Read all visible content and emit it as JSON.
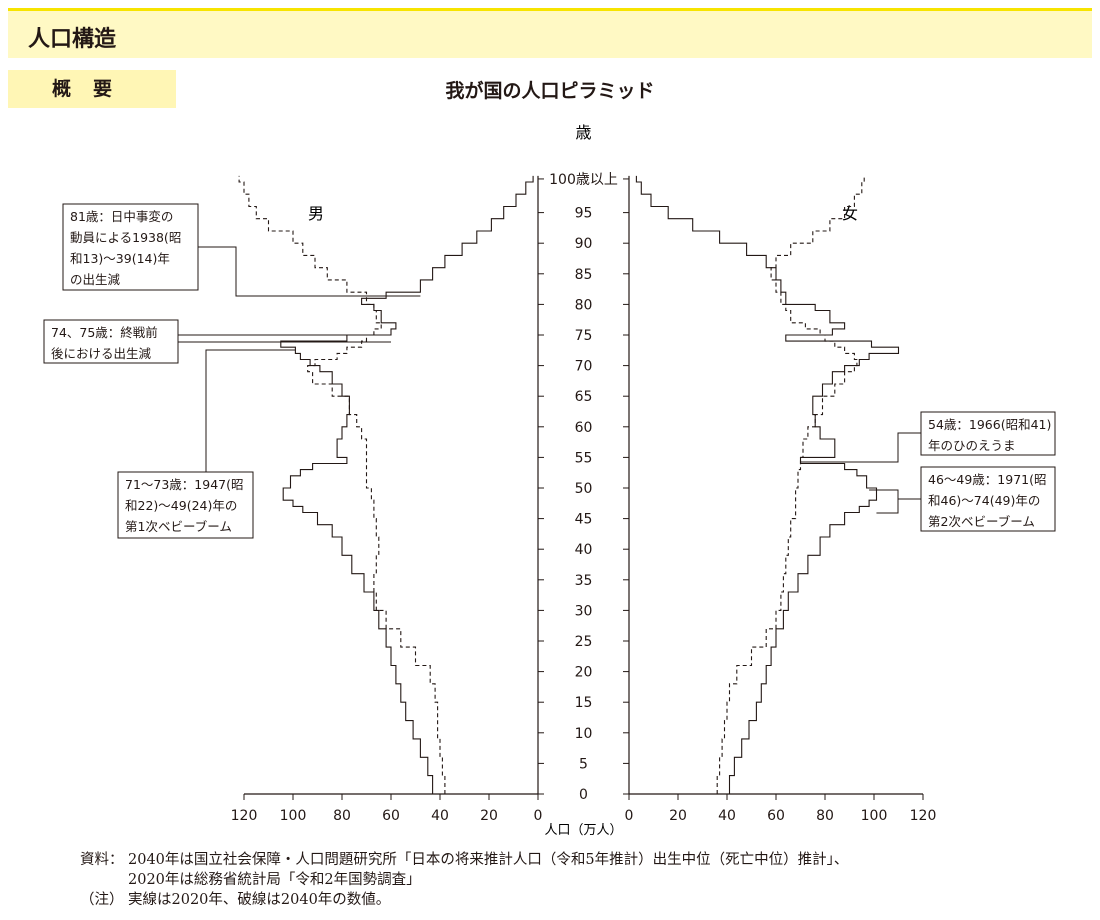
{
  "header": {
    "title": "人口構造"
  },
  "section": {
    "label": "概要"
  },
  "chart_data": {
    "type": "population_pyramid",
    "title": "我が国の人口ピラミッド",
    "y_axis_label": "歳",
    "top_label": "100歳以上",
    "x_axis_label": "人口（万人）",
    "age_ticks": [
      0,
      5,
      10,
      15,
      20,
      25,
      30,
      35,
      40,
      45,
      50,
      55,
      60,
      65,
      70,
      75,
      80,
      85,
      90,
      95
    ],
    "x_ticks_male": [
      120,
      100,
      80,
      60,
      40,
      20,
      0
    ],
    "x_ticks_female": [
      0,
      20,
      40,
      60,
      80,
      100,
      120
    ],
    "xlim": [
      0,
      120
    ],
    "side_labels": {
      "male": "男",
      "female": "女"
    },
    "series": [
      {
        "name": "2020年",
        "style": "solid",
        "male": [
          [
            0,
            43
          ],
          [
            3,
            45
          ],
          [
            6,
            48
          ],
          [
            9,
            51
          ],
          [
            12,
            54
          ],
          [
            15,
            56
          ],
          [
            18,
            58
          ],
          [
            21,
            60
          ],
          [
            24,
            62
          ],
          [
            27,
            65
          ],
          [
            30,
            67
          ],
          [
            33,
            71
          ],
          [
            36,
            76
          ],
          [
            39,
            80
          ],
          [
            42,
            84
          ],
          [
            44,
            90
          ],
          [
            46,
            96
          ],
          [
            47,
            100
          ],
          [
            48,
            104
          ],
          [
            50,
            101
          ],
          [
            52,
            97
          ],
          [
            53,
            92
          ],
          [
            54,
            78
          ],
          [
            55,
            82
          ],
          [
            58,
            80
          ],
          [
            60,
            78
          ],
          [
            62,
            77
          ],
          [
            65,
            80
          ],
          [
            67,
            84
          ],
          [
            69,
            89
          ],
          [
            70,
            93
          ],
          [
            71,
            97
          ],
          [
            72,
            99
          ],
          [
            73,
            105
          ],
          [
            74,
            78
          ],
          [
            75,
            60
          ],
          [
            76,
            58
          ],
          [
            77,
            64
          ],
          [
            79,
            67
          ],
          [
            80,
            72
          ],
          [
            81,
            62
          ],
          [
            82,
            48
          ],
          [
            84,
            43
          ],
          [
            86,
            38
          ],
          [
            88,
            31
          ],
          [
            90,
            25
          ],
          [
            92,
            19
          ],
          [
            94,
            14
          ],
          [
            96,
            9
          ],
          [
            98,
            5
          ],
          [
            100,
            2
          ]
        ],
        "female": [
          [
            0,
            41
          ],
          [
            3,
            43
          ],
          [
            6,
            46
          ],
          [
            9,
            49
          ],
          [
            12,
            52
          ],
          [
            15,
            54
          ],
          [
            18,
            56
          ],
          [
            21,
            58
          ],
          [
            24,
            60
          ],
          [
            27,
            63
          ],
          [
            30,
            65
          ],
          [
            33,
            69
          ],
          [
            36,
            73
          ],
          [
            39,
            78
          ],
          [
            42,
            82
          ],
          [
            44,
            88
          ],
          [
            46,
            94
          ],
          [
            47,
            98
          ],
          [
            48,
            101
          ],
          [
            50,
            97
          ],
          [
            52,
            93
          ],
          [
            53,
            88
          ],
          [
            54,
            70
          ],
          [
            55,
            84
          ],
          [
            58,
            78
          ],
          [
            60,
            76
          ],
          [
            62,
            75
          ],
          [
            65,
            79
          ],
          [
            67,
            83
          ],
          [
            69,
            88
          ],
          [
            70,
            94
          ],
          [
            71,
            98
          ],
          [
            72,
            110
          ],
          [
            73,
            99
          ],
          [
            74,
            64
          ],
          [
            75,
            83
          ],
          [
            76,
            88
          ],
          [
            77,
            82
          ],
          [
            79,
            76
          ],
          [
            80,
            64
          ],
          [
            82,
            62
          ],
          [
            84,
            60
          ],
          [
            86,
            56
          ],
          [
            88,
            48
          ],
          [
            90,
            37
          ],
          [
            92,
            26
          ],
          [
            94,
            16
          ],
          [
            96,
            9
          ],
          [
            98,
            5
          ],
          [
            100,
            3
          ]
        ]
      },
      {
        "name": "2040年",
        "style": "dashed",
        "male": [
          [
            0,
            38
          ],
          [
            3,
            39
          ],
          [
            6,
            40
          ],
          [
            9,
            41
          ],
          [
            12,
            41
          ],
          [
            15,
            42
          ],
          [
            18,
            44
          ],
          [
            21,
            50
          ],
          [
            24,
            56
          ],
          [
            27,
            62
          ],
          [
            30,
            66
          ],
          [
            33,
            67
          ],
          [
            36,
            66
          ],
          [
            39,
            65
          ],
          [
            42,
            66
          ],
          [
            45,
            67
          ],
          [
            48,
            68
          ],
          [
            50,
            70
          ],
          [
            53,
            70
          ],
          [
            55,
            70
          ],
          [
            58,
            72
          ],
          [
            60,
            74
          ],
          [
            62,
            77
          ],
          [
            65,
            84
          ],
          [
            67,
            92
          ],
          [
            69,
            94
          ],
          [
            70,
            91
          ],
          [
            71,
            82
          ],
          [
            72,
            78
          ],
          [
            73,
            72
          ],
          [
            74,
            70
          ],
          [
            75,
            67
          ],
          [
            76,
            64
          ],
          [
            77,
            66
          ],
          [
            79,
            67
          ],
          [
            80,
            70
          ],
          [
            82,
            78
          ],
          [
            84,
            86
          ],
          [
            86,
            91
          ],
          [
            88,
            96
          ],
          [
            90,
            100
          ],
          [
            92,
            110
          ],
          [
            94,
            115
          ],
          [
            96,
            118
          ],
          [
            98,
            120
          ],
          [
            100,
            122
          ]
        ],
        "female": [
          [
            0,
            36
          ],
          [
            3,
            37
          ],
          [
            6,
            38
          ],
          [
            9,
            39
          ],
          [
            12,
            40
          ],
          [
            15,
            41
          ],
          [
            18,
            44
          ],
          [
            21,
            50
          ],
          [
            24,
            56
          ],
          [
            27,
            60
          ],
          [
            30,
            62
          ],
          [
            33,
            63
          ],
          [
            36,
            64
          ],
          [
            39,
            65
          ],
          [
            42,
            66
          ],
          [
            45,
            68
          ],
          [
            48,
            68
          ],
          [
            50,
            69
          ],
          [
            53,
            70
          ],
          [
            55,
            71
          ],
          [
            58,
            73
          ],
          [
            60,
            76
          ],
          [
            62,
            79
          ],
          [
            65,
            84
          ],
          [
            67,
            88
          ],
          [
            69,
            92
          ],
          [
            70,
            93
          ],
          [
            71,
            92
          ],
          [
            72,
            88
          ],
          [
            73,
            84
          ],
          [
            74,
            80
          ],
          [
            75,
            78
          ],
          [
            76,
            72
          ],
          [
            77,
            66
          ],
          [
            79,
            64
          ],
          [
            80,
            62
          ],
          [
            82,
            60
          ],
          [
            84,
            58
          ],
          [
            86,
            60
          ],
          [
            88,
            66
          ],
          [
            90,
            75
          ],
          [
            92,
            82
          ],
          [
            94,
            88
          ],
          [
            96,
            92
          ],
          [
            98,
            95
          ],
          [
            100,
            96
          ]
        ]
      }
    ],
    "annotations": [
      {
        "side": "male",
        "text": "81歳：日中事変の動員による1938（昭和13）～39（14）年の出生減"
      },
      {
        "side": "male",
        "text": "74、75歳：終戦前後における出生減"
      },
      {
        "side": "male",
        "text": "71～73歳：1947（昭和22）～49（24）年の第1次ベビーブーム"
      },
      {
        "side": "female",
        "text": "54歳：1966（昭和41）年のひのえうま"
      },
      {
        "side": "female",
        "text": "46～49歳：1971（昭和46）～74（49）年の第2次ベビーブーム"
      }
    ]
  },
  "callouts": {
    "c81": [
      "81歳：日中事変の",
      "動員による1938(昭",
      "和13)～39(14)年",
      "の出生減"
    ],
    "c74": [
      "74、75歳：終戦前",
      "後における出生減"
    ],
    "c71": [
      "71～73歳：1947(昭",
      "和22)～49(24)年の",
      "第1次ベビーブーム"
    ],
    "c54": [
      "54歳：1966(昭和41)",
      "年のひのえうま"
    ],
    "c46": [
      "46～49歳：1971(昭",
      "和46)～74(49)年の",
      "第2次ベビーブーム"
    ]
  },
  "notes": {
    "source_label": "資料：",
    "source_line1": "2040年は国立社会保障・人口問題研究所「日本の将来推計人口（令和5年推計）出生中位（死亡中位）推計」、",
    "source_line2": "2020年は総務省統計局「令和2年国勢調査」",
    "note_label": "（注）",
    "note_text": "実線は2020年、破線は2040年の数値。"
  }
}
